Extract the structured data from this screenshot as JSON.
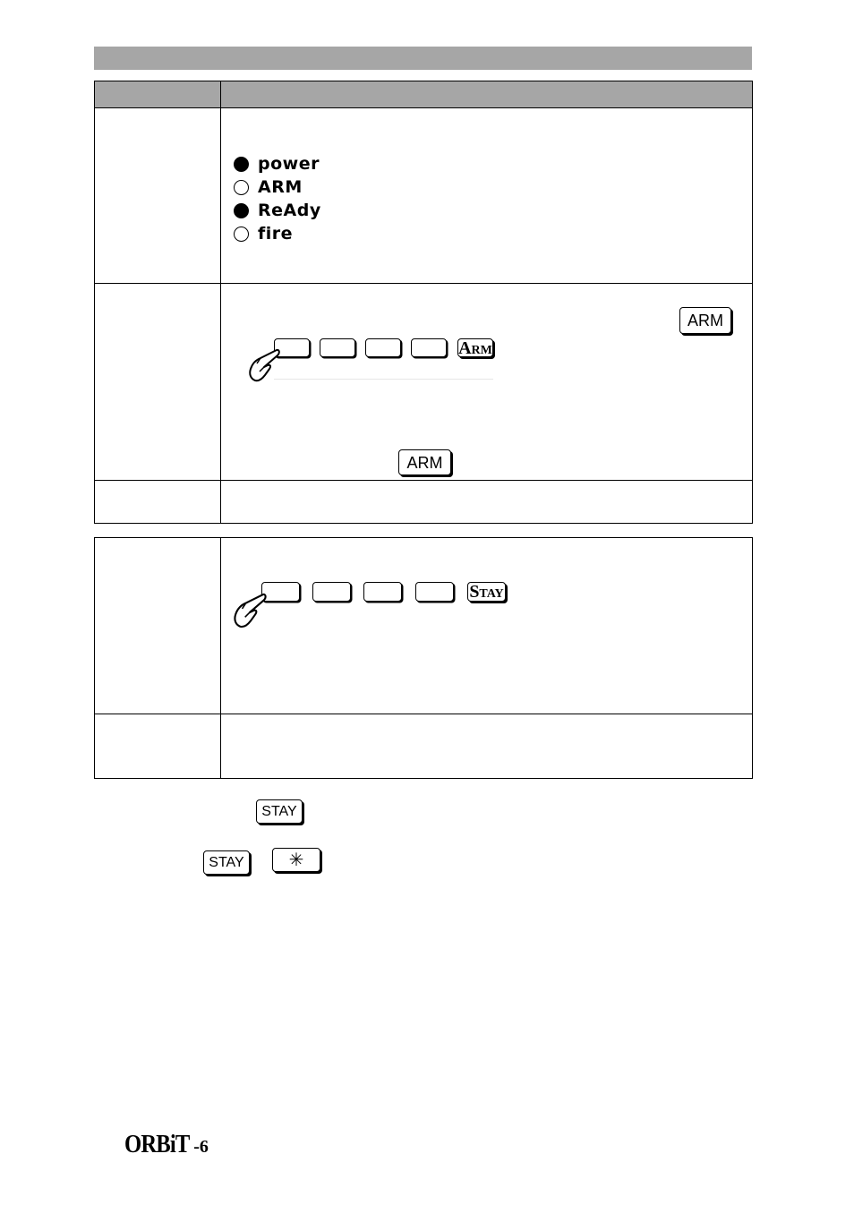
{
  "leds": [
    {
      "label": "power",
      "state": "on"
    },
    {
      "label": "ARM",
      "state": "off"
    },
    {
      "label": "ReAdy",
      "state": "on"
    },
    {
      "label": "fire",
      "state": "off"
    }
  ],
  "keys": {
    "arm_plain": "ARM",
    "arm_styled": "Arm",
    "stay_styled": "Stay",
    "stay_plain": "STAY",
    "asterisk": "✳"
  },
  "icons": {
    "hand": "pointing-hand-icon"
  },
  "footer": {
    "logo_text": "ORBiT",
    "logo_suffix": "-6"
  }
}
